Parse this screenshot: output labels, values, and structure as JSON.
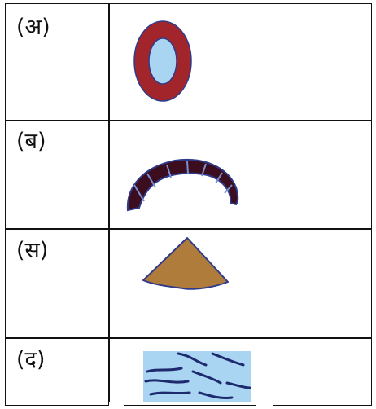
{
  "rows": [
    {
      "label": "(अ)",
      "figure": "ring-icon"
    },
    {
      "label": "(ब)",
      "figure": "arch-icon"
    },
    {
      "label": "(स)",
      "figure": "cone-icon"
    },
    {
      "label": "(द)",
      "figure": "wavy-layers-icon"
    }
  ],
  "colors": {
    "ring_outer": "#a3252c",
    "ring_inner": "#a9d4f2",
    "arch": "#3b0d1f",
    "cone": "#b07c3c",
    "water": "#a9d4f2",
    "outline": "#2f3b8a"
  }
}
